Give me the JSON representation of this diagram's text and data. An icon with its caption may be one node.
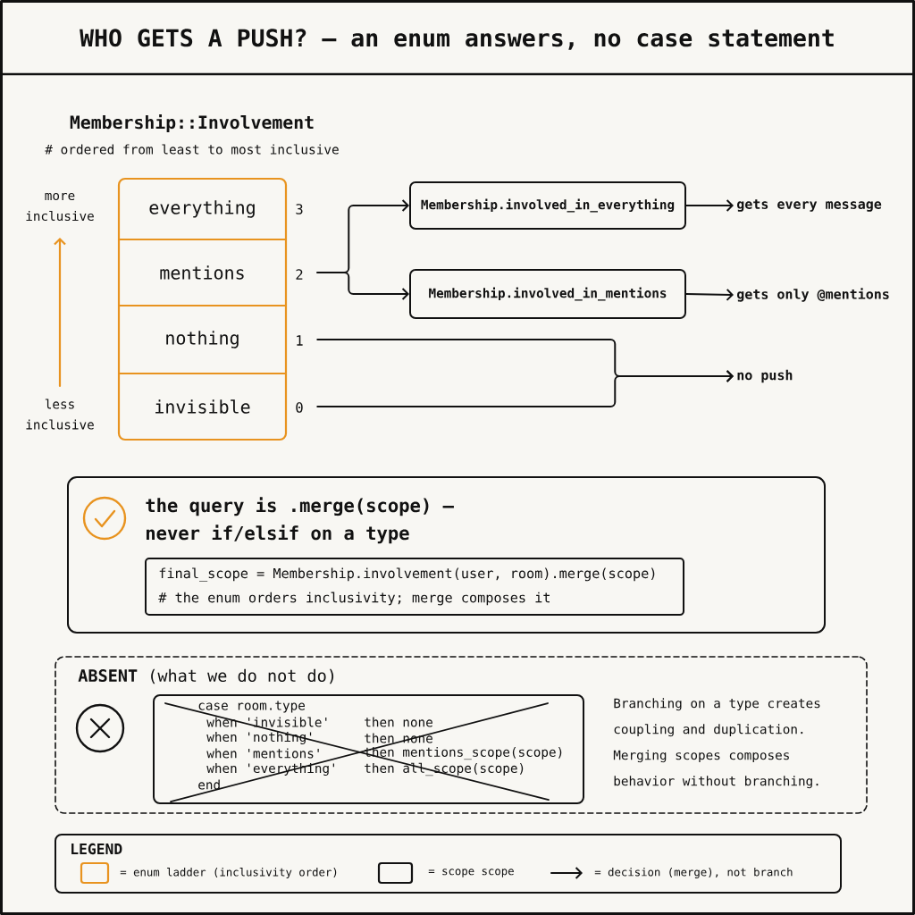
{
  "diagram": {
    "title": "WHO GETS A PUSH? — an enum answers, no case statement",
    "nodes": [
      {
        "text": [
          "Membership::Involvement",
          "# ordered from least to most inclusive"
        ]
      },
      {
        "text": [
          "everything"
        ],
        "in": 0,
        "beside": [
          "3"
        ]
      },
      {
        "text": [
          "mentions"
        ],
        "in": 0,
        "beside": [
          "2"
        ]
      },
      {
        "text": [
          "nothing"
        ],
        "in": 0,
        "beside": [
          "1"
        ]
      },
      {
        "text": [
          "invisible"
        ],
        "in": 0,
        "beside": [
          "0"
        ]
      },
      {
        "text": [
          "Membership.involved_in_everything"
        ]
      },
      {
        "text": [
          "Membership.involved_in_mentions"
        ]
      },
      {
        "text": [
          "gets every message"
        ]
      },
      {
        "text": [
          "gets only @mentions"
        ]
      },
      {
        "text": [
          "no push"
        ]
      },
      {
        "text": [
          "the query is .merge(scope) — never if/elsif on a type"
        ]
      },
      {
        "text": [
          "final_scope = Membership.involvement(user, room).merge(scope)",
          "# the enum orders inclusivity; merge composes it"
        ],
        "in": 10
      },
      {
        "text": [
          "**ABSENT** (what we do not do)",
          "Branching on a type creates coupling and duplication. Merging scopes composes behavior without branching."
        ]
      },
      {
        "text": [
          "case room.type",
          "when 'invisible'",
          "then none",
          "when 'nothing'",
          "then none",
          "when 'mentions'",
          "then mentions_scope(scope)",
          "when 'everything'",
          "then all_scope(scope)",
          "end"
        ],
        "in": 12
      }
    ],
    "edges": [
      {
        "from": 2,
        "to": 5,
        "arrow": "to"
      },
      {
        "from": 2,
        "to": 6,
        "arrow": "to"
      },
      {
        "from": 5,
        "to": 7,
        "arrow": "to"
      },
      {
        "from": 6,
        "to": 8,
        "arrow": "to"
      },
      {
        "from": 3,
        "to": 9,
        "arrow": "to"
      },
      {
        "from": 4,
        "to": 9,
        "arrow": "to"
      }
    ],
    "labels": [
      "more inclusive",
      "less inclusive",
      "LEGEND"
    ],
    "legend": [
      {
        "text": "= enum ladder (inclusivity order)",
        "color": "#e8931f"
      },
      {
        "text": "= scope scope",
        "color": "#111111"
      },
      {
        "text": "= decision (merge), not branch"
      }
    ]
  }
}
